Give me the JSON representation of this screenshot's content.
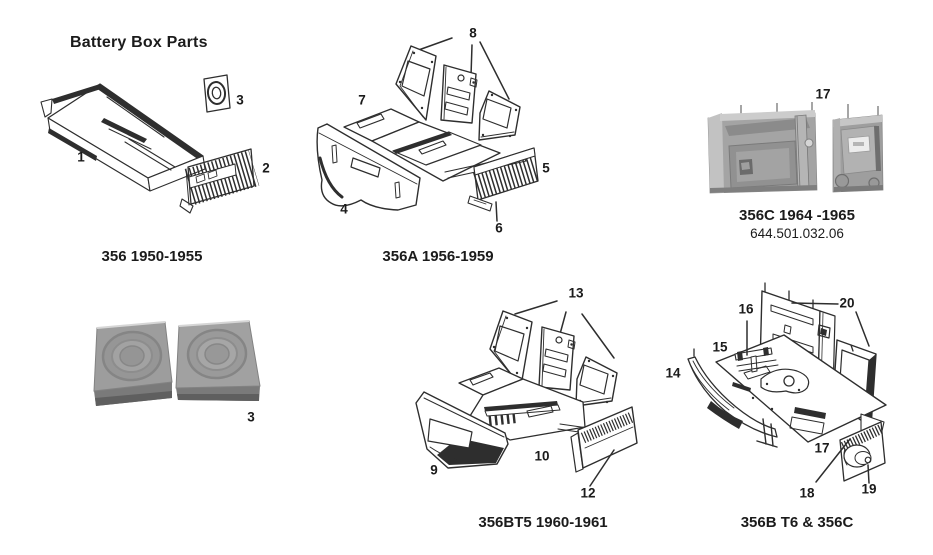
{
  "page": {
    "title": "Battery Box Parts"
  },
  "colors": {
    "ink": "#2e2e2e",
    "photo_gray": "#9d9d9d",
    "background": "#ffffff"
  },
  "groups": [
    {
      "name": "356-1950-1955",
      "caption": "356 1950-1955",
      "callouts": [
        "1",
        "2",
        "3"
      ]
    },
    {
      "name": "356A-1956-1959",
      "caption": "356A 1956-1959",
      "callouts": [
        "4",
        "5",
        "6",
        "7",
        "8"
      ]
    },
    {
      "name": "356C-1964-1965",
      "caption": "356C 1964 -1965",
      "part_number": "644.501.032.06",
      "callouts": [
        "17"
      ]
    },
    {
      "name": "battery-lids",
      "callouts": [
        "3"
      ]
    },
    {
      "name": "356BT5-1960-1961",
      "caption": "356BT5 1960-1961",
      "callouts": [
        "9",
        "10",
        "12",
        "13"
      ]
    },
    {
      "name": "356B-T6-and-356C",
      "caption": "356B T6 & 356C",
      "callouts": [
        "14",
        "15",
        "16",
        "17",
        "18",
        "19",
        "20"
      ]
    }
  ]
}
